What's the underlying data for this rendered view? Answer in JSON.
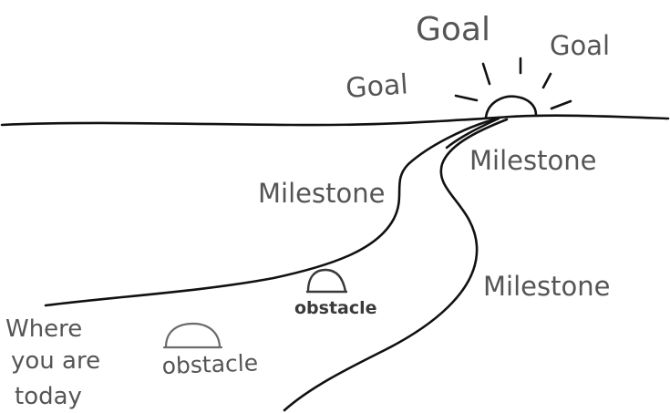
{
  "labels": {
    "goal_top": "Goal",
    "goal_left": "Goal",
    "goal_right": "Goal",
    "milestone_upper_left": "Milestone",
    "milestone_upper_right": "Milestone",
    "milestone_lower_right": "Milestone",
    "obstacle_center": "obstacle",
    "obstacle_left": "obstacle",
    "where_line1": "Where",
    "where_line2": "you are",
    "where_line3": "today"
  }
}
